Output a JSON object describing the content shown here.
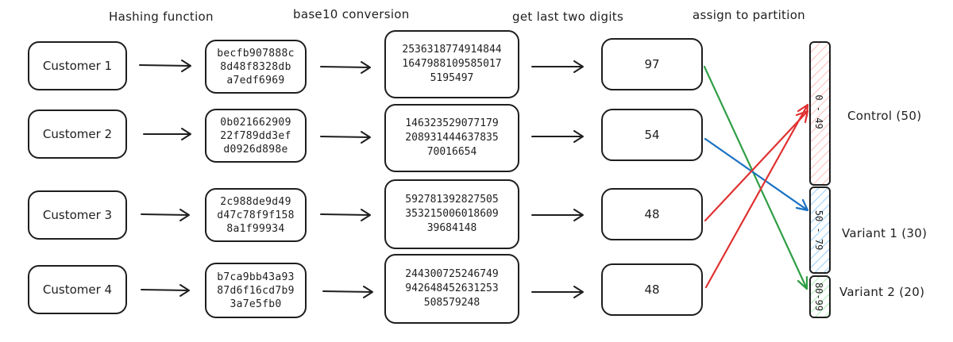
{
  "headers": {
    "hashing": "Hashing function",
    "conversion": "base10 conversion",
    "digits": "get last two digits",
    "partition": "assign to partition"
  },
  "rows": [
    {
      "customer": "Customer 1",
      "hash": "becfb907888c\n8d48f8328db\na7edf6969",
      "base10": "2536318774914844\n1647988109585017\n5195497",
      "digits": "97"
    },
    {
      "customer": "Customer 2",
      "hash": "0b021662909\n22f789dd3ef\nd0926d898e",
      "base10": "146323529077179\n208931444637835\n70016654",
      "digits": "54"
    },
    {
      "customer": "Customer 3",
      "hash": "2c988de9d49\nd47c78f9f158\n8a1f99934",
      "base10": "592781392827505\n353215006018609\n39684148",
      "digits": "48"
    },
    {
      "customer": "Customer 4",
      "hash": "b7ca9bb43a93\n87d6f16cd7b9\n3a7e5fb0",
      "base10": "244300725246749\n942648452631253\n508579248",
      "digits": "48"
    }
  ],
  "partitions": [
    {
      "range": "0 - 49",
      "label": "Control (50)",
      "color": "#e03131",
      "fill": "#ffe3e3"
    },
    {
      "range": "50 - 79",
      "label": "Variant 1 (30)",
      "color": "#1971c2",
      "fill": "#d0ebff"
    },
    {
      "range": "80-99",
      "label": "Variant 2 (20)",
      "color": "#2f9e44",
      "fill": "#d3f9d8"
    }
  ],
  "colors": {
    "stroke": "#1e1e1e",
    "red": "#e03131",
    "blue": "#1971c2",
    "green": "#2f9e44"
  }
}
